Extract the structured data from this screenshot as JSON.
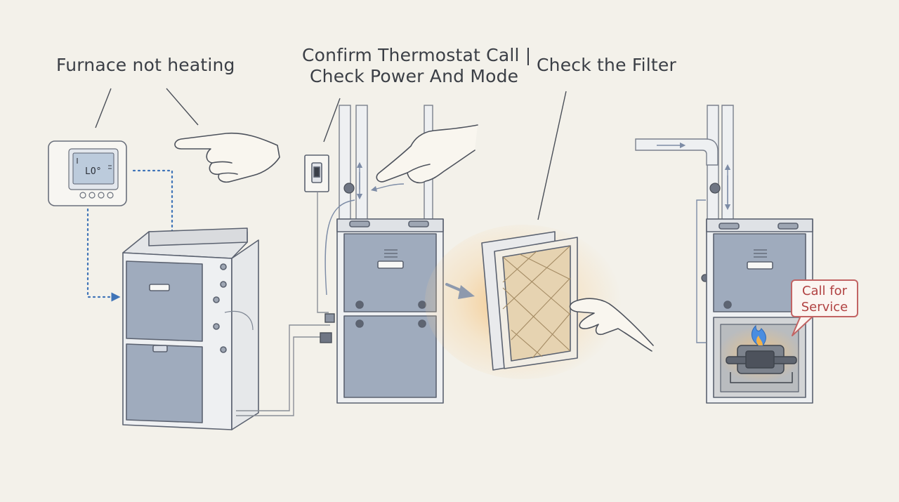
{
  "steps": [
    {
      "label": "Furnace not heating"
    },
    {
      "label_line1": "Confirm Thermostat Call |",
      "label_line2": "Check Power And Mode"
    },
    {
      "label": "Check the Filter"
    }
  ],
  "callout": {
    "line1": "Call for",
    "line2": "Service"
  },
  "thermostat": {
    "display": "LO°"
  },
  "colors": {
    "background": "#f3f1ea",
    "cabinet": "#9fabbd",
    "cabinet_light": "#cdd4df",
    "outline": "#5b6270",
    "signal_dots": "#3f74b8",
    "airflow_glow": "#f2b35c",
    "flame": "#4a8de0",
    "callout_border": "#c26464"
  }
}
